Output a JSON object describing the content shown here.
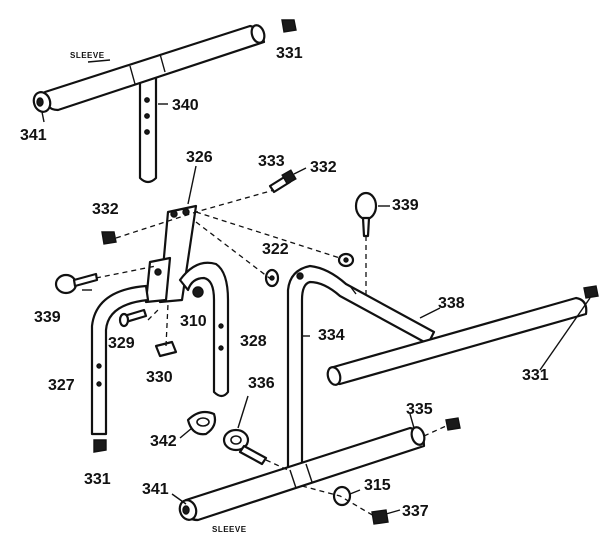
{
  "labels": {
    "sleeve_top": "SLEEVE",
    "sleeve_bottom": "SLEEVE",
    "p331_top": "331",
    "p340": "340",
    "p341_top": "341",
    "p326": "326",
    "p333": "333",
    "p332_right": "332",
    "p332_left": "332",
    "p339_right": "339",
    "p322": "322",
    "p338": "338",
    "p339_left": "339",
    "p310": "310",
    "p329": "329",
    "p334": "334",
    "p328": "328",
    "p330": "330",
    "p327": "327",
    "p331_right": "331",
    "p336": "336",
    "p335": "335",
    "p342": "342",
    "p331_bottom": "331",
    "p341_bottom": "341",
    "p315": "315",
    "p337": "337"
  }
}
